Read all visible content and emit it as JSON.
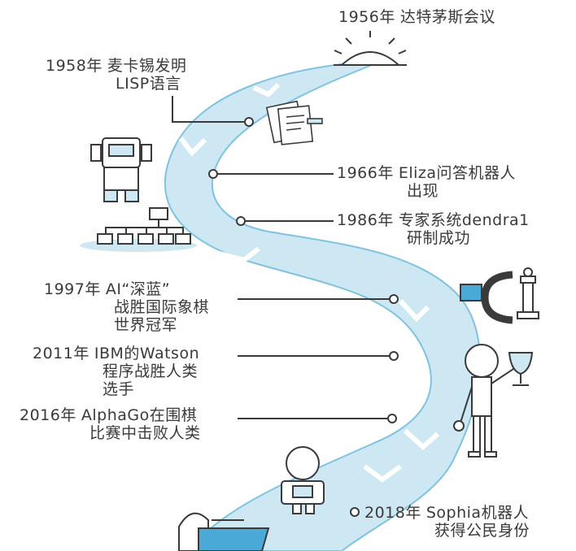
{
  "timeline": {
    "events": [
      {
        "id": "1956",
        "year": "1956年",
        "line1": "达特茅斯会议",
        "line2": ""
      },
      {
        "id": "1958",
        "year": "1958年",
        "line1": "麦卡锡发明",
        "line2": "LISP语言"
      },
      {
        "id": "1966",
        "year": "1966年",
        "line1": "Eliza问答机器人",
        "line2": "出现"
      },
      {
        "id": "1986",
        "year": "1986年",
        "line1": "专家系统dendra1",
        "line2": "研制成功"
      },
      {
        "id": "1997",
        "year": "1997年",
        "line1": "AI“深蓝”",
        "line2": "战胜国际象棋",
        "line3": "世界冠军"
      },
      {
        "id": "2011",
        "year": "2011年",
        "line1": "IBM的Watson",
        "line2": "程序战胜人类",
        "line3": "选手"
      },
      {
        "id": "2016",
        "year": "2016年",
        "line1": "AlphaGo在围棋",
        "line2": "比赛中击败人类"
      },
      {
        "id": "2018",
        "year": "2018年",
        "line1": "Sophia机器人",
        "line2": "获得公民身份"
      }
    ]
  },
  "colors": {
    "road_fill": "#cde8f3",
    "road_edge": "#7fc3e1",
    "ink": "#3a3a3a",
    "chevron": "#ffffff",
    "accent": "#4aa9d6"
  },
  "icons": [
    "rising-sun-icon",
    "documents-icon",
    "robot-icon",
    "network-hierarchy-icon",
    "chess-pieces-icon",
    "trophy-robot-icon",
    "round-robot-icon",
    "rider-robot-icon"
  ]
}
